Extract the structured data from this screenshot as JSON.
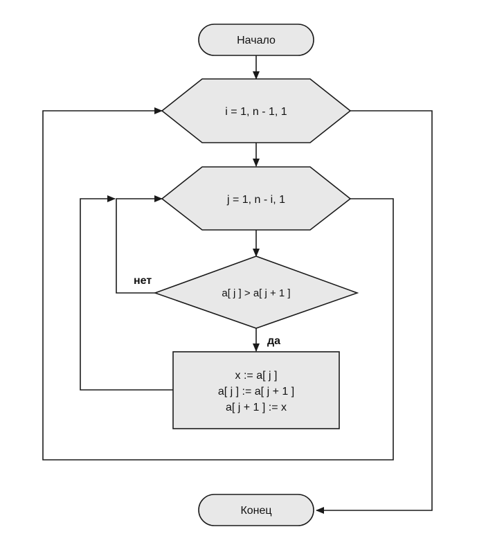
{
  "diagram": {
    "start": "Начало",
    "end": "Конец",
    "outer_loop": "i = 1, n - 1, 1",
    "inner_loop": "j = 1, n - i, 1",
    "condition": "a[ j ] > a[ j  + 1 ]",
    "yes_label": "да",
    "no_label": "нет",
    "process_lines": [
      "x := a[ j ]",
      "a[ j ] := a[ j + 1 ]",
      "a[ j + 1 ] := x"
    ]
  }
}
